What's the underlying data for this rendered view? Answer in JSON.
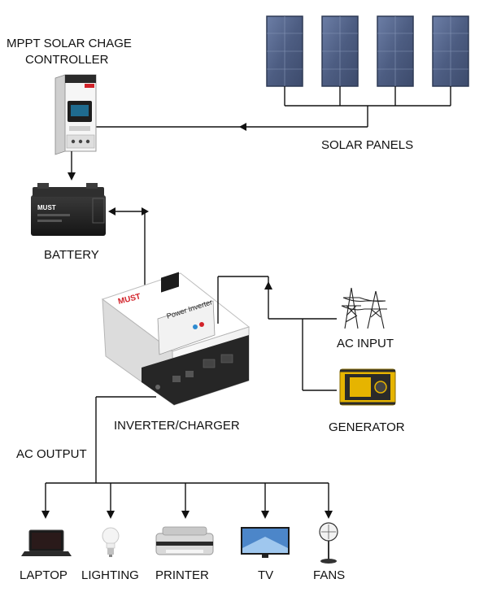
{
  "labels": {
    "controller_line1": "MPPT SOLAR CHAGE",
    "controller_line2": "CONTROLLER",
    "solar_panels": "SOLAR PANELS",
    "battery": "BATTERY",
    "inverter": "INVERTER/CHARGER",
    "ac_input": "AC INPUT",
    "generator": "GENERATOR",
    "ac_output": "AC OUTPUT",
    "laptop": "LAPTOP",
    "lighting": "LIGHTING",
    "printer": "PRINTER",
    "tv": "TV",
    "fans": "FANS"
  },
  "device_text": {
    "brand": "MUST",
    "inverter_model": "Power Inverter"
  },
  "colors": {
    "brand_red": "#d2232a",
    "panel_blue": "#5b6b8f",
    "inverter_dark": "#2a2a2a",
    "generator_yellow": "#e6b400",
    "wire": "#111111"
  }
}
